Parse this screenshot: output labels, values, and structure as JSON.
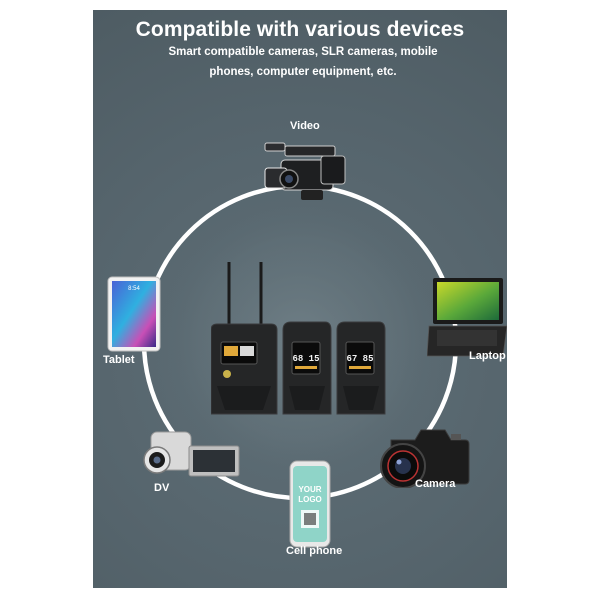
{
  "header": {
    "title": "Compatible with various devices",
    "subtitle_line1": "Smart compatible cameras, SLR cameras, mobile",
    "subtitle_line2": "phones, computer equipment, etc."
  },
  "devices": {
    "video": "Video",
    "tablet": "Tablet",
    "laptop": "Laptop",
    "dv": "DV",
    "camera": "Camera",
    "cell_phone": "Cell phone"
  },
  "phone_screen": {
    "text_line1": "YOUR",
    "text_line2": "LOGO"
  },
  "tablet_screen": {
    "time": "8:54"
  },
  "receiver_screens": {
    "rx1": "68 15",
    "rx2": "67 85"
  },
  "colors": {
    "background": "#586870",
    "ring": "#ffffff",
    "text": "#ffffff"
  }
}
